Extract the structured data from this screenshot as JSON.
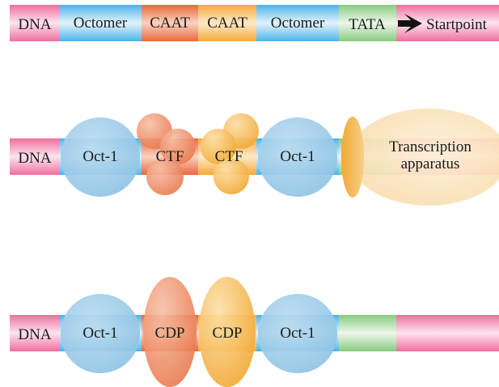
{
  "row1": {
    "dna": "DNA",
    "octomer_left": "Octomer",
    "caat_left": "CAAT",
    "caat_right": "CAAT",
    "octomer_right": "Octomer",
    "tata": "TATA",
    "startpoint": "Startpoint"
  },
  "row2": {
    "dna": "DNA",
    "oct1_left": "Oct-1",
    "ctf_left": "CTF",
    "ctf_right": "CTF",
    "oct1_right": "Oct-1",
    "transcription_line1": "Transcription",
    "transcription_line2": "apparatus"
  },
  "row3": {
    "dna": "DNA",
    "oct1_left": "Oct-1",
    "cdp_left": "CDP",
    "cdp_right": "CDP",
    "oct1_right": "Oct-1"
  },
  "colors": {
    "dna_pink": "#ee6f9c",
    "octomer_blue": "#5ab8ea",
    "caat_orange": "#ea7048",
    "caat_yellow": "#f5b044",
    "tata_green": "#8ccd83",
    "protein_blue": "#9ecbe6",
    "ctf_orange": "#ec8a64",
    "ctf_yellow": "#f3b648",
    "apparatus_cream": "#fbe4bd"
  }
}
